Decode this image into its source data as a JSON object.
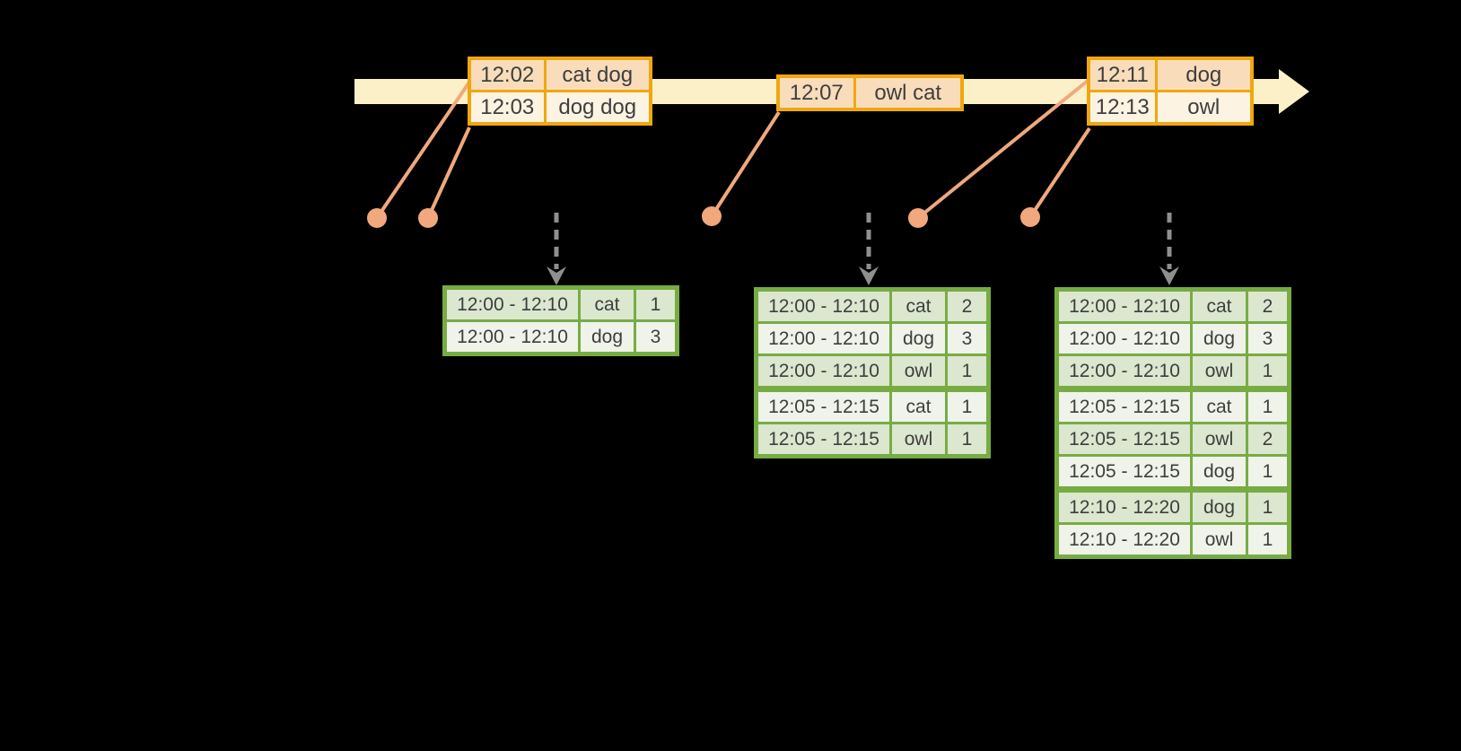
{
  "diagram_kind": "streaming-windowed-word-count",
  "colors": {
    "background": "#000000",
    "timeline_bar": "#FCF0C8",
    "event_table_border": "#F0A70F",
    "event_row_dark": "#F9DCBA",
    "event_row_light": "#FDF3E2",
    "connector": "#F0A87C",
    "result_table_border": "#77AC43",
    "result_row_dark": "#DBE7CF",
    "result_row_light": "#EFF3EA",
    "trigger_arrow": "#8F8F8F",
    "text": "#3E3E3E"
  },
  "event_tables": [
    {
      "rows": [
        [
          "12:02",
          "cat dog"
        ],
        [
          "12:03",
          "dog dog"
        ]
      ]
    },
    {
      "rows": [
        [
          "12:07",
          "owl cat"
        ]
      ]
    },
    {
      "rows": [
        [
          "12:11",
          "dog"
        ],
        [
          "12:13",
          "owl"
        ]
      ]
    }
  ],
  "result_tables": [
    {
      "rows": [
        [
          "12:00 - 12:10",
          "cat",
          "1"
        ],
        [
          "12:00 - 12:10",
          "dog",
          "3"
        ]
      ]
    },
    {
      "rows": [
        [
          "12:00 - 12:10",
          "cat",
          "2"
        ],
        [
          "12:00 - 12:10",
          "dog",
          "3"
        ],
        [
          "12:00 - 12:10",
          "owl",
          "1"
        ],
        [
          "12:05 - 12:15",
          "cat",
          "1"
        ],
        [
          "12:05 - 12:15",
          "owl",
          "1"
        ]
      ]
    },
    {
      "rows": [
        [
          "12:00 - 12:10",
          "cat",
          "2"
        ],
        [
          "12:00 - 12:10",
          "dog",
          "3"
        ],
        [
          "12:00 - 12:10",
          "owl",
          "1"
        ],
        [
          "12:05 - 12:15",
          "cat",
          "1"
        ],
        [
          "12:05 - 12:15",
          "owl",
          "2"
        ],
        [
          "12:05 - 12:15",
          "dog",
          "1"
        ],
        [
          "12:10 - 12:20",
          "dog",
          "1"
        ],
        [
          "12:10 - 12:20",
          "owl",
          "1"
        ]
      ]
    }
  ]
}
